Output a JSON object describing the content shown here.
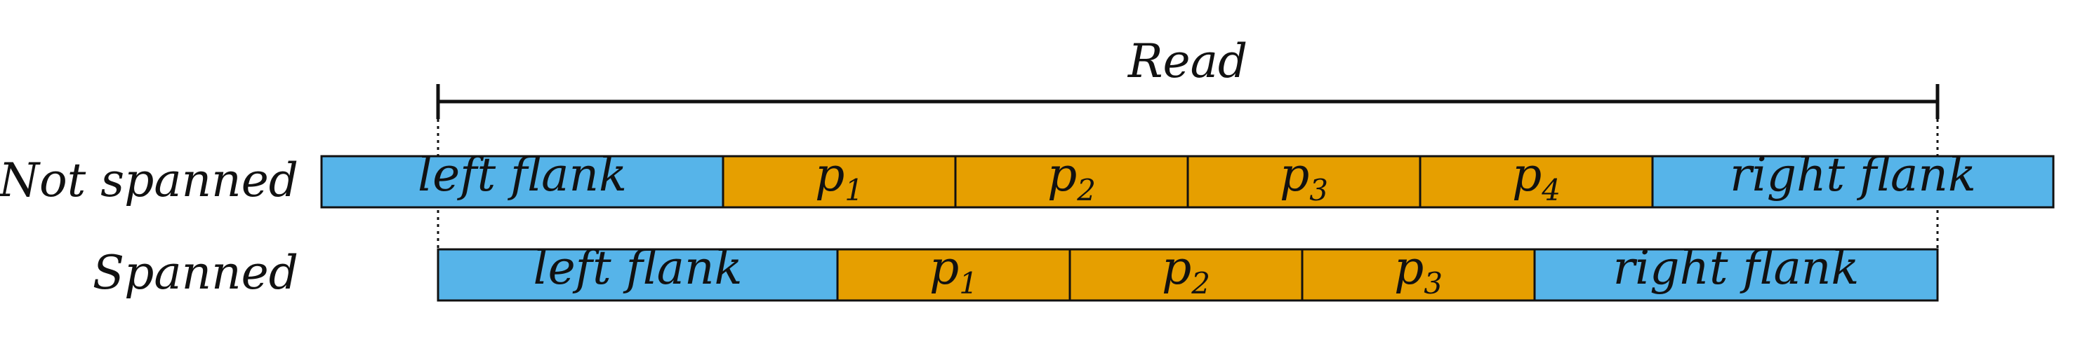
{
  "read_label": "Read",
  "colors": {
    "flank": "#56B4E9",
    "repeat": "#E69F00",
    "stroke": "#111111"
  },
  "rows": [
    {
      "label": "Not spanned",
      "segments": [
        {
          "kind": "flank",
          "text": "left flank"
        },
        {
          "kind": "repeat",
          "text": "p",
          "sub": "1"
        },
        {
          "kind": "repeat",
          "text": "p",
          "sub": "2"
        },
        {
          "kind": "repeat",
          "text": "p",
          "sub": "3"
        },
        {
          "kind": "repeat",
          "text": "p",
          "sub": "4"
        },
        {
          "kind": "flank",
          "text": "right flank"
        }
      ]
    },
    {
      "label": "Spanned",
      "segments": [
        {
          "kind": "flank",
          "text": "left flank"
        },
        {
          "kind": "repeat",
          "text": "p",
          "sub": "1"
        },
        {
          "kind": "repeat",
          "text": "p",
          "sub": "2"
        },
        {
          "kind": "repeat",
          "text": "p",
          "sub": "3"
        },
        {
          "kind": "flank",
          "text": "right flank"
        }
      ]
    }
  ]
}
